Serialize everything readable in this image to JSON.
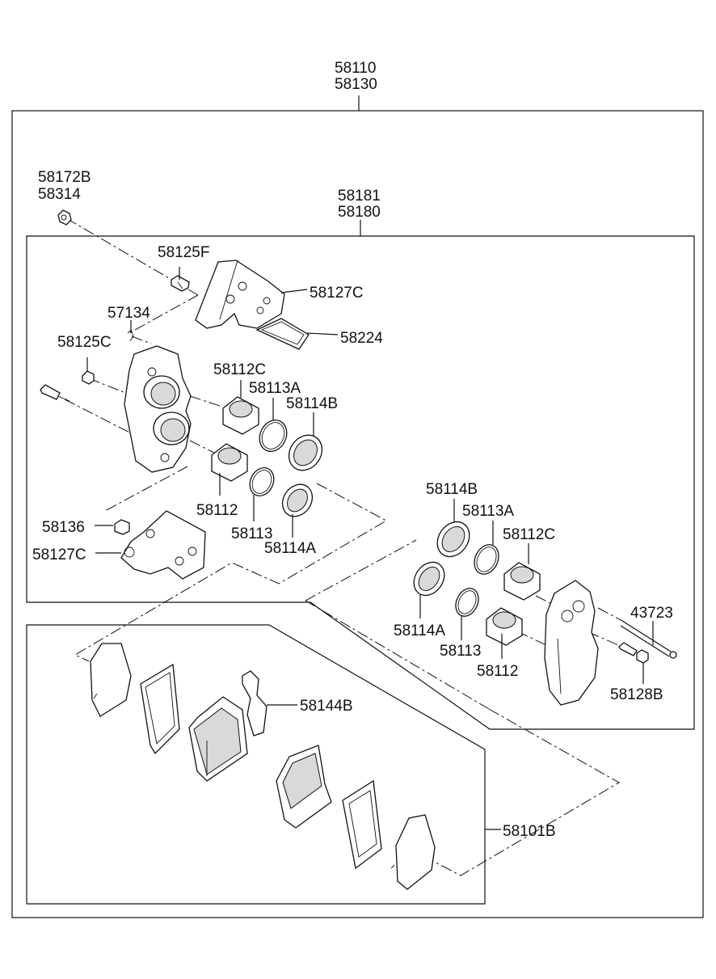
{
  "labels": {
    "assembly_main_1": "58110",
    "assembly_main_2": "58130",
    "bleeder_1": "58172B",
    "bleeder_2": "58314",
    "caliper_kit_1": "58181",
    "caliper_kit_2": "58180",
    "pin_58125F": "58125F",
    "bracket_58127C_top": "58127C",
    "spring_57134": "57134",
    "shim_58224": "58224",
    "plug_58125C": "58125C",
    "piston_58112C_left": "58112C",
    "seal_58113A_left": "58113A",
    "boot_58114B_left": "58114B",
    "piston_58112_left": "58112",
    "seal_58113_left": "58113",
    "boot_58114A_left": "58114A",
    "bushing_58136": "58136",
    "bracket_58127C_bottom": "58127C",
    "boot_58114B_right": "58114B",
    "seal_58113A_right": "58113A",
    "piston_58112C_right": "58112C",
    "pin_43723": "43723",
    "boot_58114A_right": "58114A",
    "seal_58113_right": "58113",
    "piston_58112_right": "58112",
    "bolt_58128B": "58128B",
    "clip_58144B": "58144B",
    "pad_kit_58101B": "58101B"
  }
}
